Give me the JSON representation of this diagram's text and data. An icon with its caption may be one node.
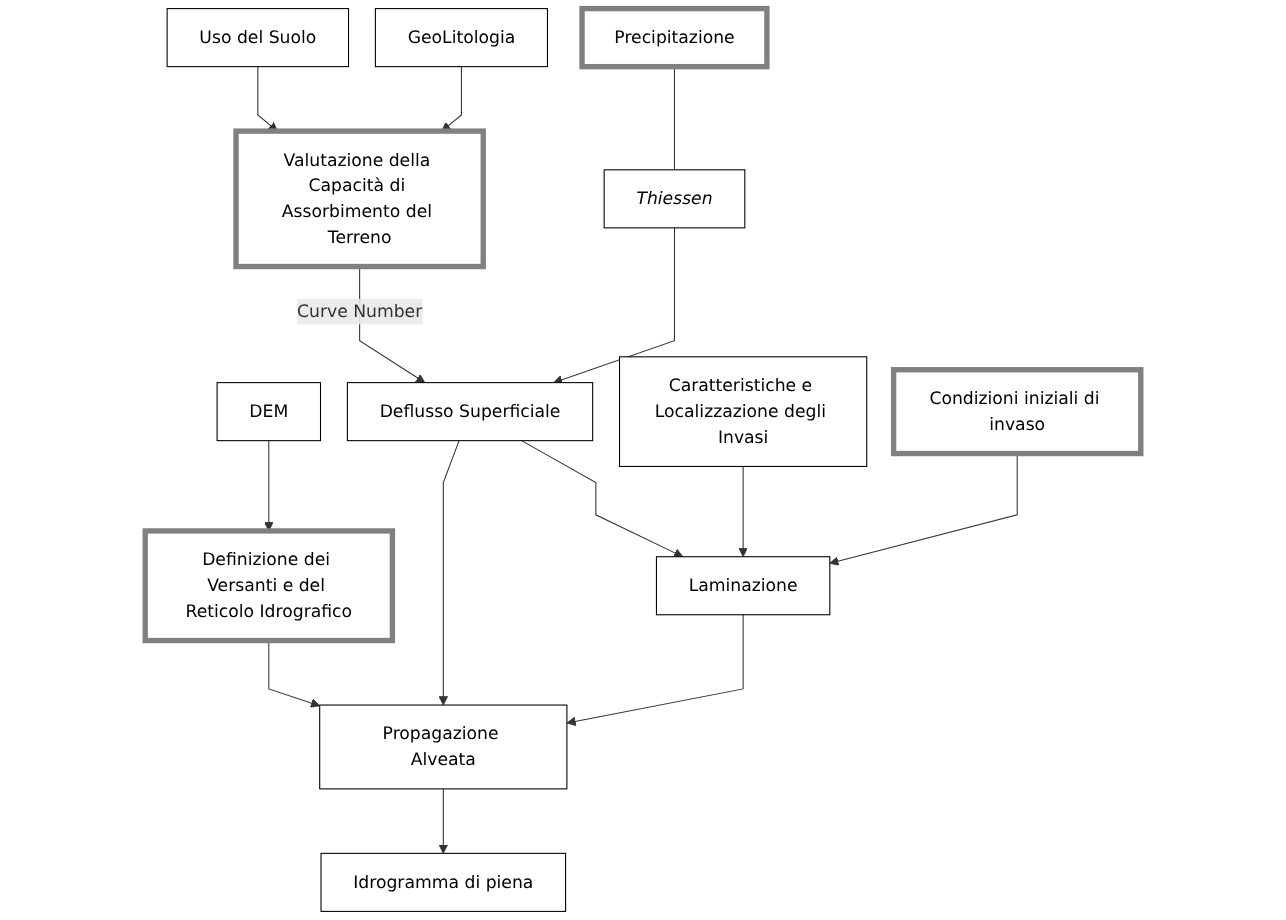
{
  "diagram": {
    "nodes": [
      {
        "text": [
          "GeoLitologia"
        ]
      },
      {
        "text": [
          "Uso del Suolo"
        ]
      },
      {
        "text": [
          "Precipitazione"
        ]
      },
      {
        "text": [
          "DEM"
        ]
      },
      {
        "text": [
          "Thiessen"
        ]
      },
      {
        "text": [
          "Valutazione della Capacità di Assorbimento del Terreno"
        ]
      },
      {
        "text": [
          "Deflusso Superficiale"
        ]
      },
      {
        "text": [
          "Definizione dei Versanti e del Reticolo Idrografico"
        ]
      },
      {
        "text": [
          "Caratteristiche e Localizzazione degli Invasi"
        ]
      },
      {
        "text": [
          "Laminazione"
        ]
      },
      {
        "text": [
          "Propagazione Alveata"
        ]
      },
      {
        "text": [
          "Condizioni iniziali di invaso"
        ]
      },
      {
        "text": [
          "Idrogramma di piena"
        ]
      }
    ],
    "edges": [
      {
        "from": 0,
        "to": 5,
        "arrow": "to"
      },
      {
        "from": 1,
        "to": 5,
        "arrow": "to"
      },
      {
        "from": 2,
        "to": 4,
        "arrow": "none"
      },
      {
        "from": 4,
        "to": 6,
        "arrow": "to"
      },
      {
        "from": 3,
        "to": 7,
        "arrow": "to"
      },
      {
        "from": 5,
        "to": 6,
        "arrow": "to",
        "label": "Curve Number"
      },
      {
        "from": 6,
        "to": 9,
        "arrow": "to"
      },
      {
        "from": 6,
        "to": 10,
        "arrow": "to"
      },
      {
        "from": 7,
        "to": 10,
        "arrow": "to"
      },
      {
        "from": 8,
        "to": 9,
        "arrow": "to"
      },
      {
        "from": 11,
        "to": 9,
        "arrow": "to"
      },
      {
        "from": 9,
        "to": 10,
        "arrow": "to"
      },
      {
        "from": 10,
        "to": 12,
        "arrow": "to"
      }
    ]
  }
}
